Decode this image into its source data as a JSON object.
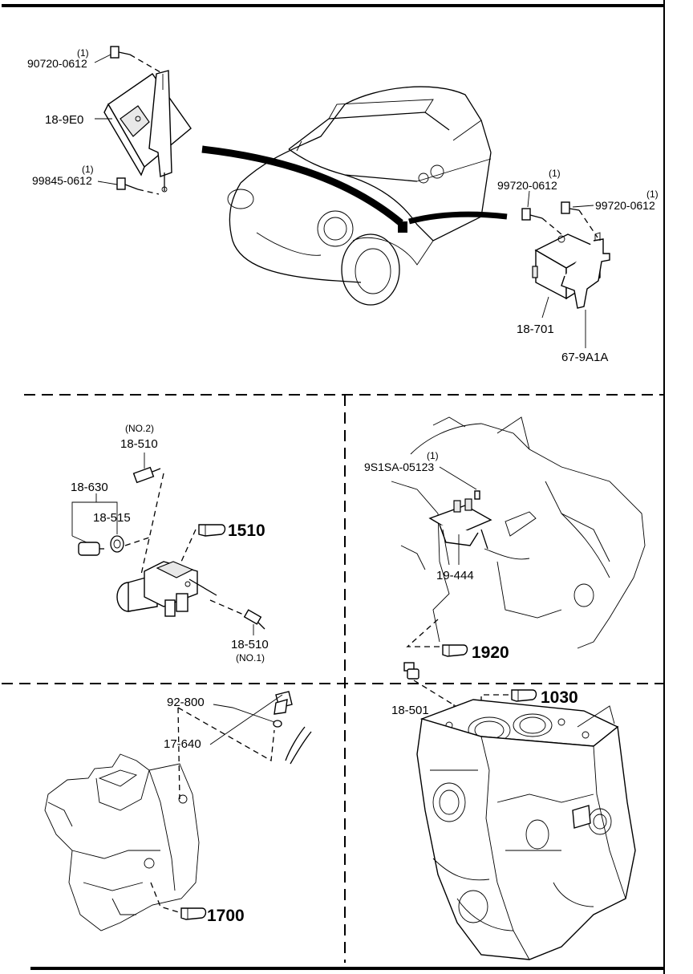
{
  "sections": {
    "engine_control": {
      "labels": {
        "bolt_top_qty": "(1)",
        "bolt_top": "90720-0612",
        "module_left": "18-9E0",
        "bolt_bottom_qty": "(1)",
        "bolt_bottom": "99845-0612",
        "bolt_right1_qty": "(1)",
        "bolt_right1": "99720-0612",
        "bolt_right2_qty": "(1)",
        "bolt_right2": "99720-0612",
        "module_right": "18-701",
        "bracket_right": "67-9A1A"
      }
    },
    "sensor_group": {
      "labels": {
        "sensor_no2_note": "(NO.2)",
        "sensor_no2": "18-510",
        "switch": "18-630",
        "washer": "18-515",
        "ref_1510": "1510",
        "sensor_no1": "18-510",
        "sensor_no1_note": "(NO.1)"
      }
    },
    "transmission_sensor": {
      "labels": {
        "bolt_qty": "(1)",
        "bolt": "9S1SA-05123",
        "sensor": "19-444",
        "ref_1920": "1920"
      }
    },
    "speedometer": {
      "labels": {
        "cable": "17-640",
        "gasket": "92-800",
        "ref_1700": "1700"
      }
    },
    "engine_block": {
      "labels": {
        "sensor": "18-501",
        "ref_1030": "1030"
      }
    }
  },
  "icons": [
    "hand-pointer-icon"
  ]
}
